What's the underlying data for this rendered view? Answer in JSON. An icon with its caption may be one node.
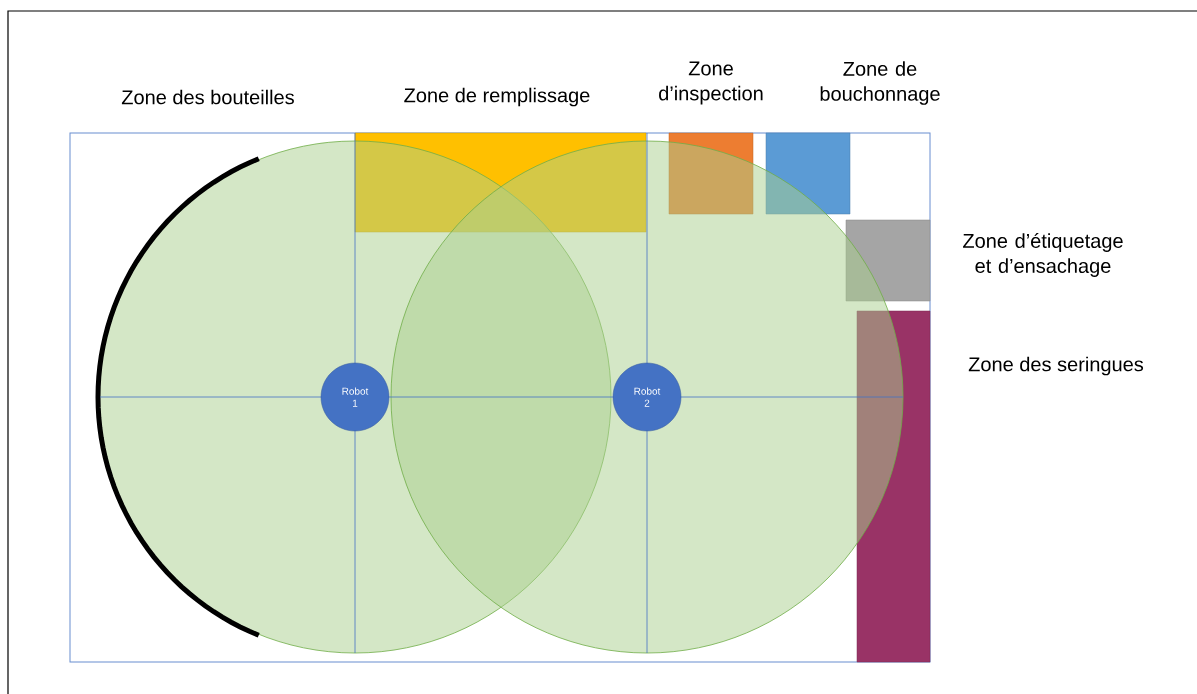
{
  "diagram": {
    "nodes": [
      {
        "text": [
          "Zone de remplissage"
        ]
      },
      {
        "text": [
          "Zone d’inspection"
        ]
      },
      {
        "text": [
          "Zone de bouchonnage"
        ]
      },
      {
        "text": [
          "Zone d’étiquetage et d’ensachage"
        ]
      },
      {
        "text": [
          "Zone des seringues"
        ]
      },
      {
        "text": [
          "Robot 1"
        ]
      },
      {
        "text": [
          "Robot 2"
        ]
      }
    ],
    "labels": [
      "Zone des bouteilles"
    ]
  }
}
